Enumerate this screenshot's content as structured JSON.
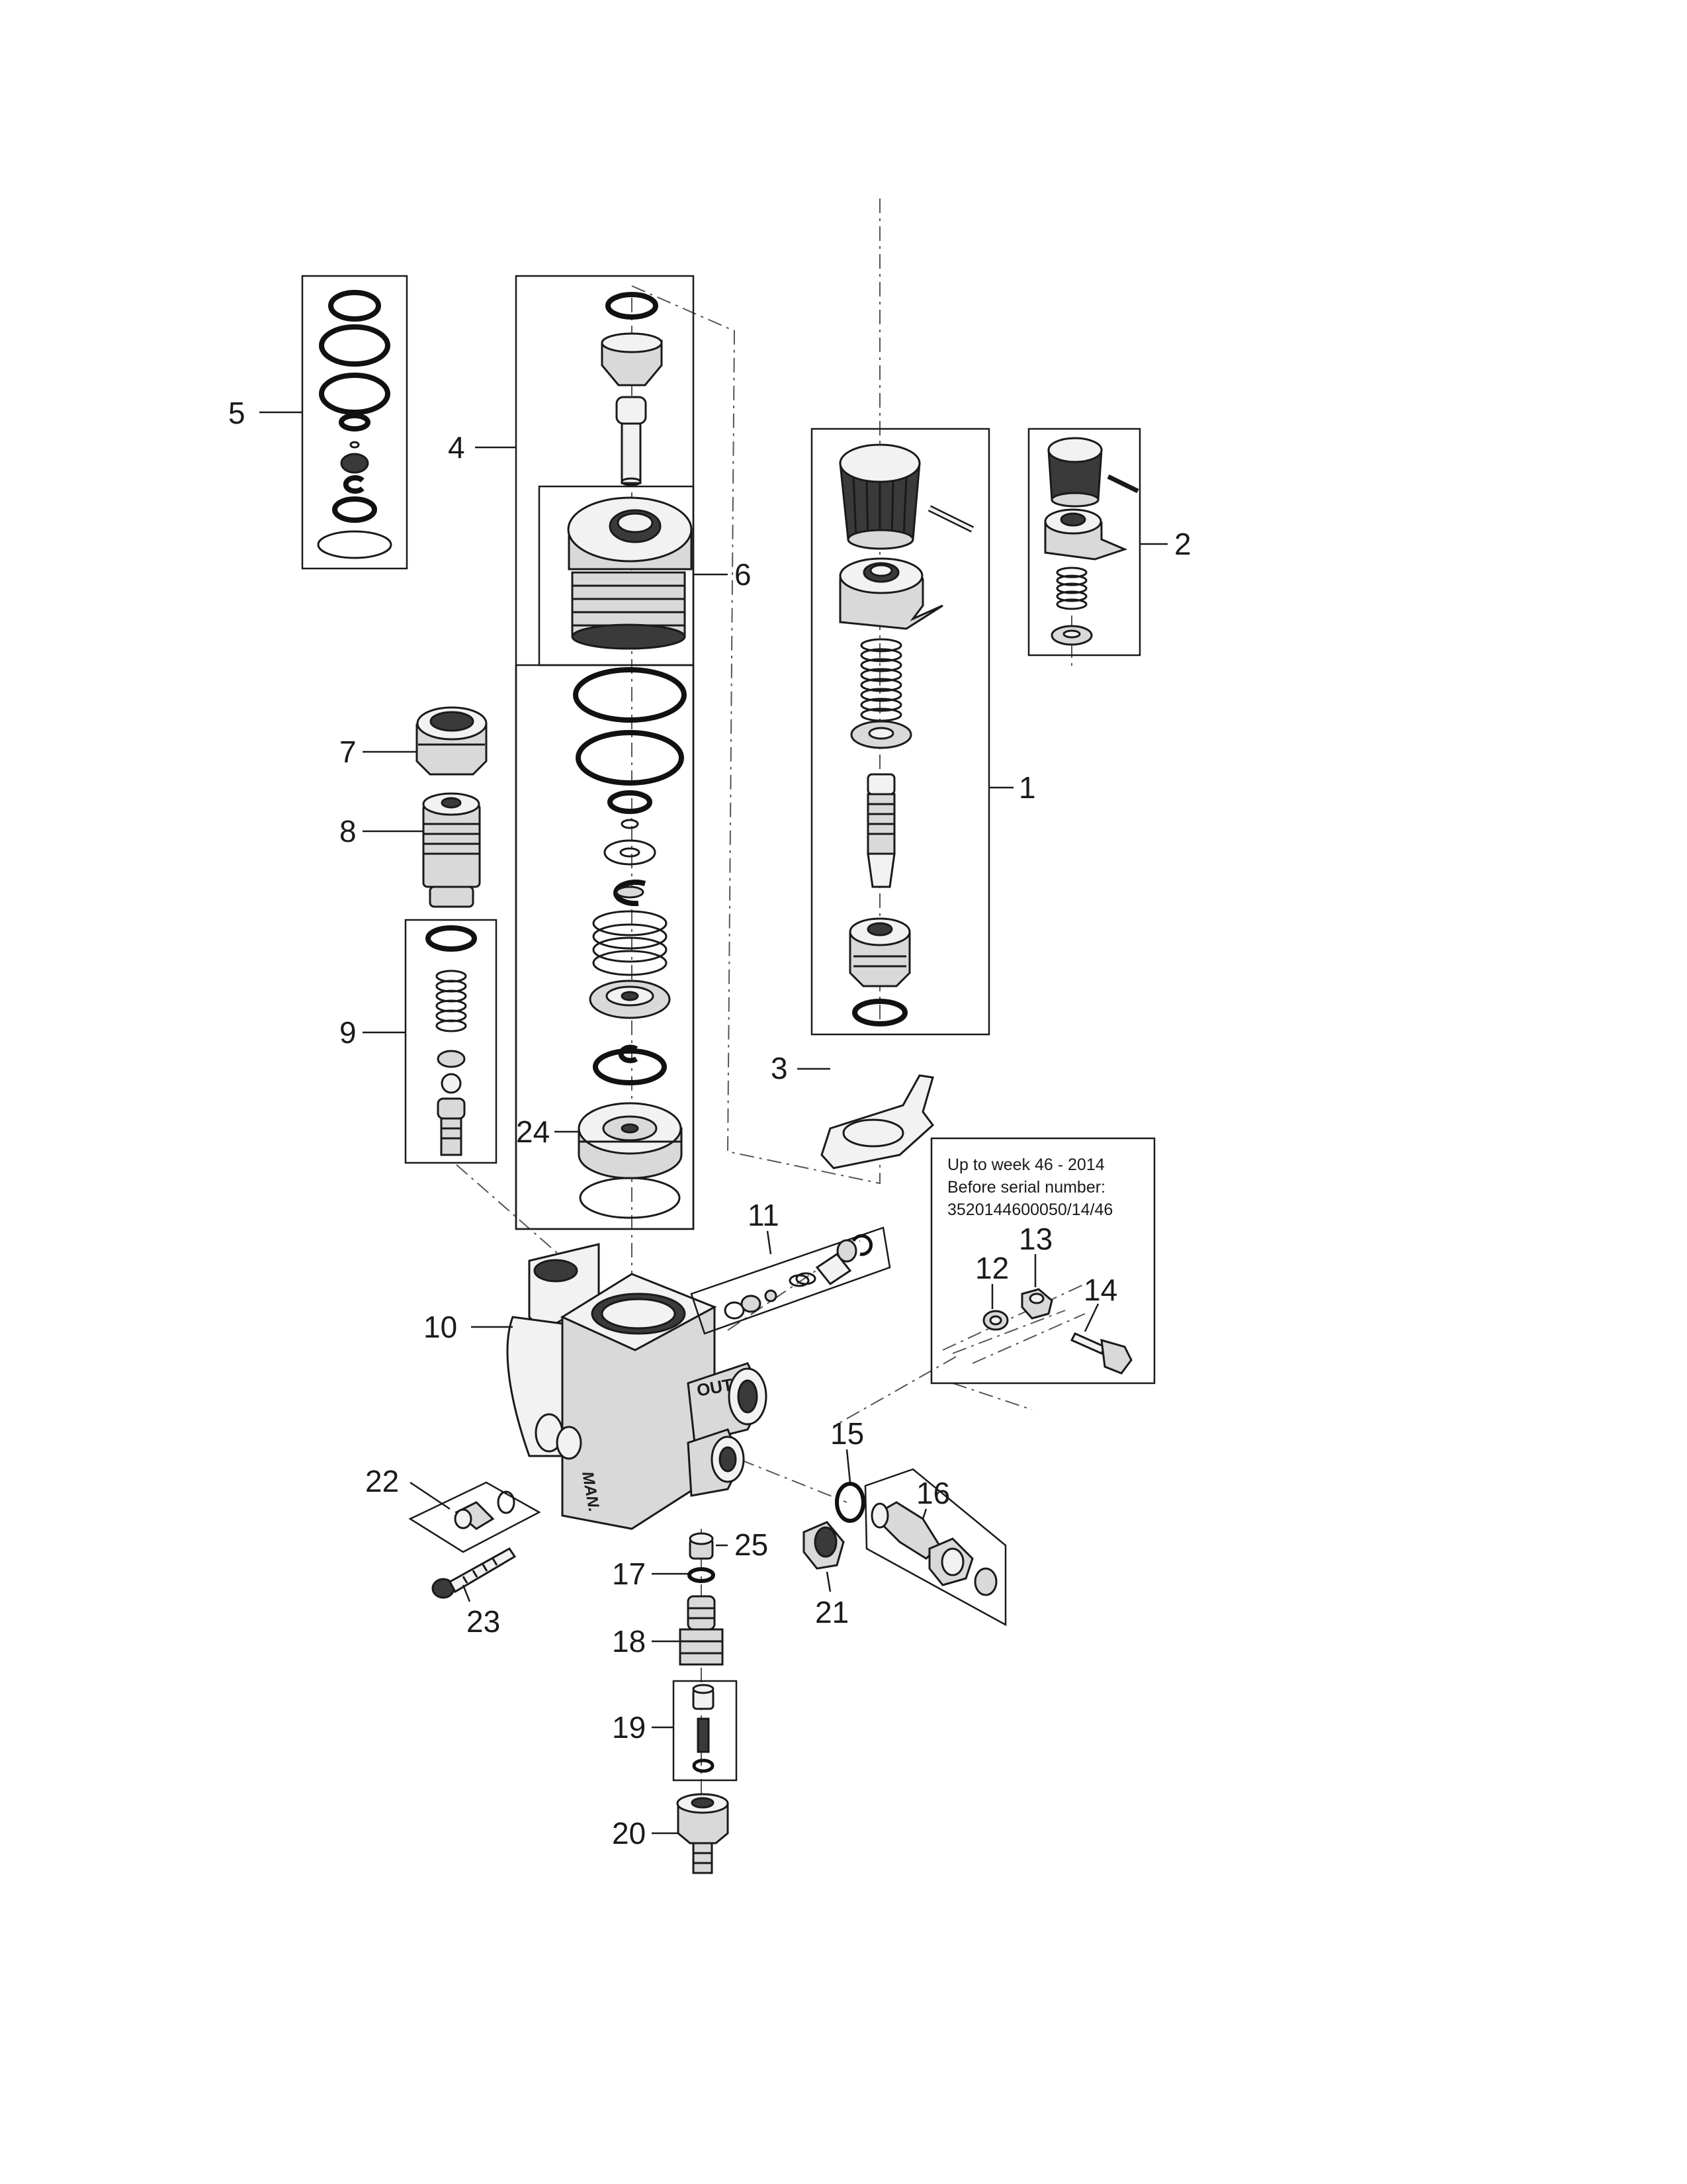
{
  "callouts": {
    "c1": "1",
    "c2": "2",
    "c3": "3",
    "c4": "4",
    "c5": "5",
    "c6": "6",
    "c7": "7",
    "c8": "8",
    "c9": "9",
    "c10": "10",
    "c11": "11",
    "c12": "12",
    "c13": "13",
    "c14": "14",
    "c15": "15",
    "c16": "16",
    "c17": "17",
    "c18": "18",
    "c19": "19",
    "c20": "20",
    "c21": "21",
    "c22": "22",
    "c23": "23",
    "c24": "24",
    "c25": "25"
  },
  "note": {
    "line1": "Up to week 46 - 2014",
    "line2": "Before serial number:",
    "line3": "3520144600050/14/46"
  },
  "body_markings": {
    "out": "OUT",
    "brand": "MAN."
  }
}
